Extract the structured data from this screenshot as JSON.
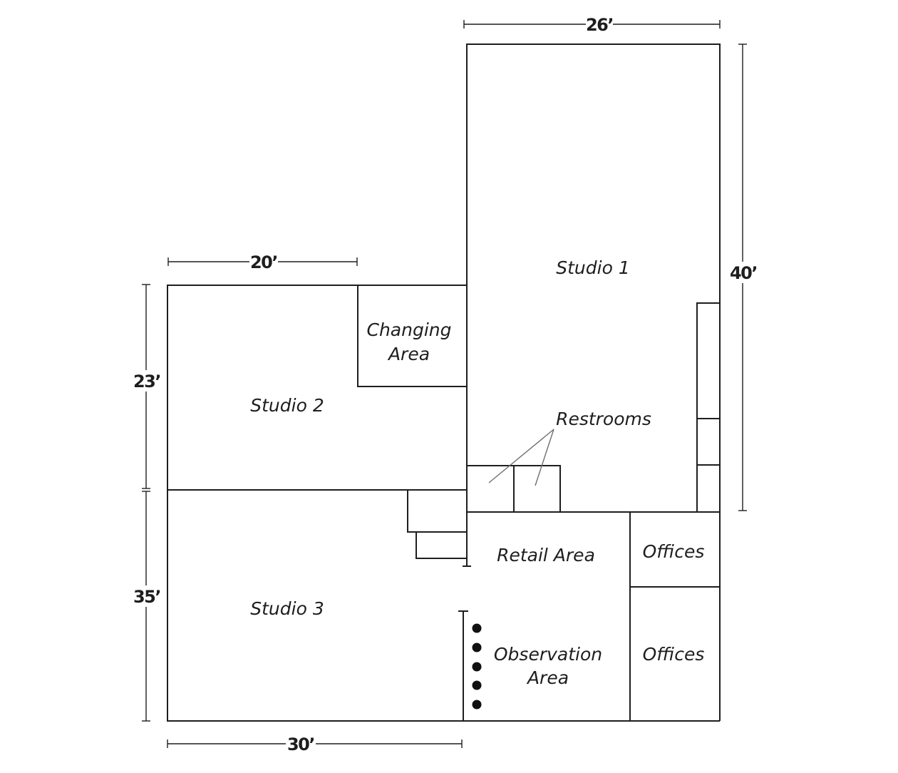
{
  "rooms": {
    "studio_1": "Studio 1",
    "studio_2": "Studio 2",
    "studio_3": "Studio 3",
    "changing_area_line1": "Changing",
    "changing_area_line2": "Area",
    "restrooms": "Restrooms",
    "retail_area": "Retail Area",
    "offices_upper": "Offices",
    "offices_lower": "Offices",
    "observation_area_line1": "Observation",
    "observation_area_line2": "Area"
  },
  "dimensions": {
    "studio_1_width": "26’",
    "studio_1_length": "40’",
    "studio_2_width": "20’",
    "studio_2_length": "23’",
    "studio_3_length": "35’",
    "studio_3_width": "30’"
  },
  "colors": {
    "wall": "#1e1e1e",
    "leader": "#6f6f6f",
    "background": "#ffffff"
  }
}
